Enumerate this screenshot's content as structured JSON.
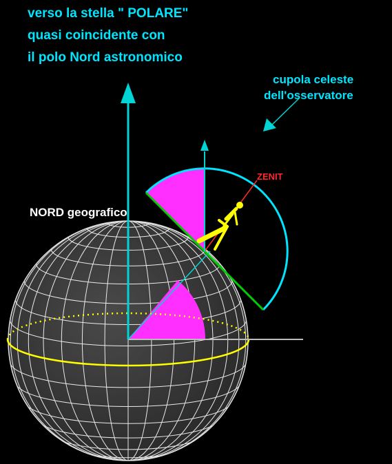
{
  "labels": {
    "title_line1": "verso la stella \" POLARE\"",
    "title_line2": "quasi coincidente con",
    "title_line3": "il polo Nord astronomico",
    "dome_line1": "cupola celeste",
    "dome_line2": "dell'osservatore",
    "zenit": "ZENIT",
    "north": "NORD geografico"
  },
  "colors": {
    "background": "#000000",
    "cyan": "#00d4d4",
    "label_cyan": "#00e5ff",
    "magenta": "#ff30ff",
    "yellow": "#ffff00",
    "green": "#00cc00",
    "red": "#ff2a2a",
    "grid": "#ffffff",
    "globe_fill": "#3a3a3a"
  }
}
